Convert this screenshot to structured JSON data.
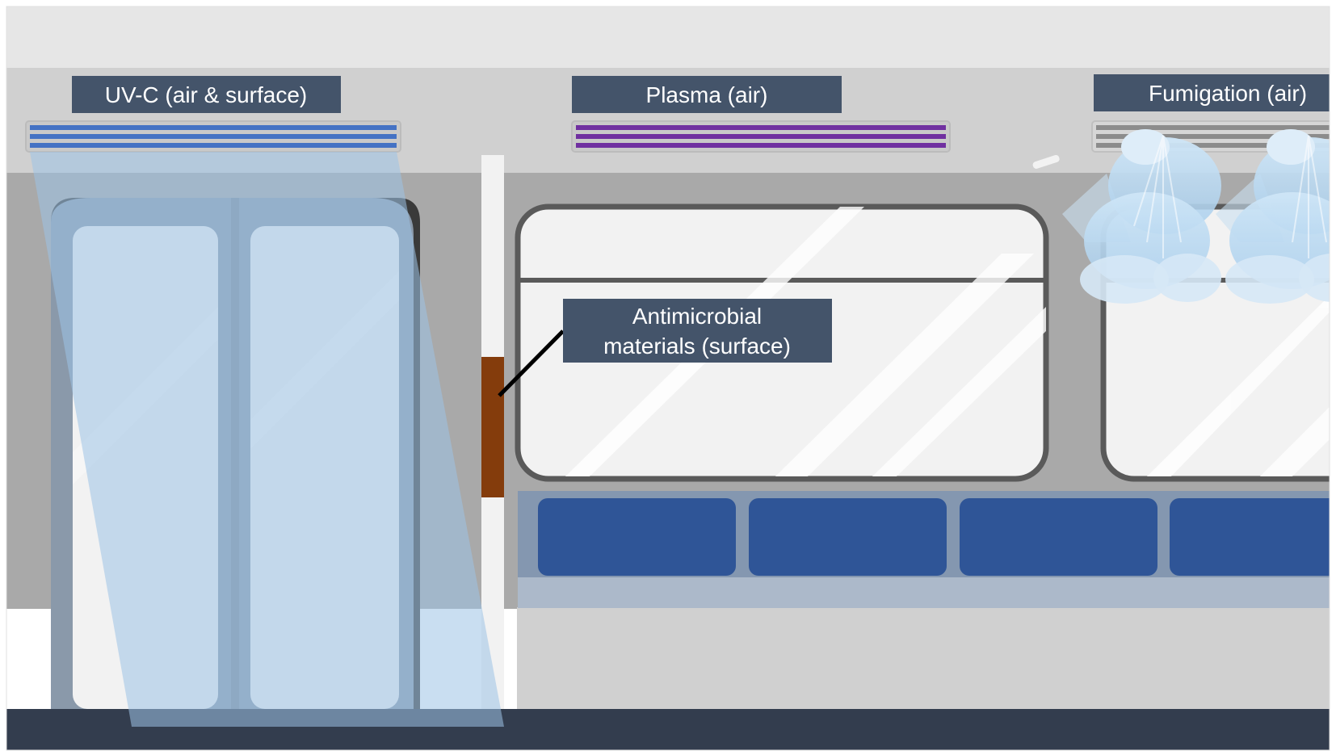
{
  "labels": {
    "uvc": "UV-C (air & surface)",
    "plasma": "Plasma (air)",
    "fumigation": "Fumigation (air)",
    "antimicrobial_line1": "Antimicrobial",
    "antimicrobial_line2": "materials (surface)"
  },
  "colors": {
    "background": "#ffffff",
    "ceiling": "#e6e6e6",
    "upper_wall": "#d0d0d0",
    "wall": "#a9a9a9",
    "lower_wall": "#d0d0d0",
    "floor": "#333d4e",
    "label_box": "#44546a",
    "uvc_lamp": "#3f6fc4",
    "plasma_lamp": "#7030a0",
    "fumigation_vent": "#909090",
    "seat": "#2f5597",
    "antimicrobial_strip": "#843c0c",
    "uv_light": "#9dc3e6"
  },
  "icons": {
    "fumigation_mist": "mist-cloud-icon"
  }
}
